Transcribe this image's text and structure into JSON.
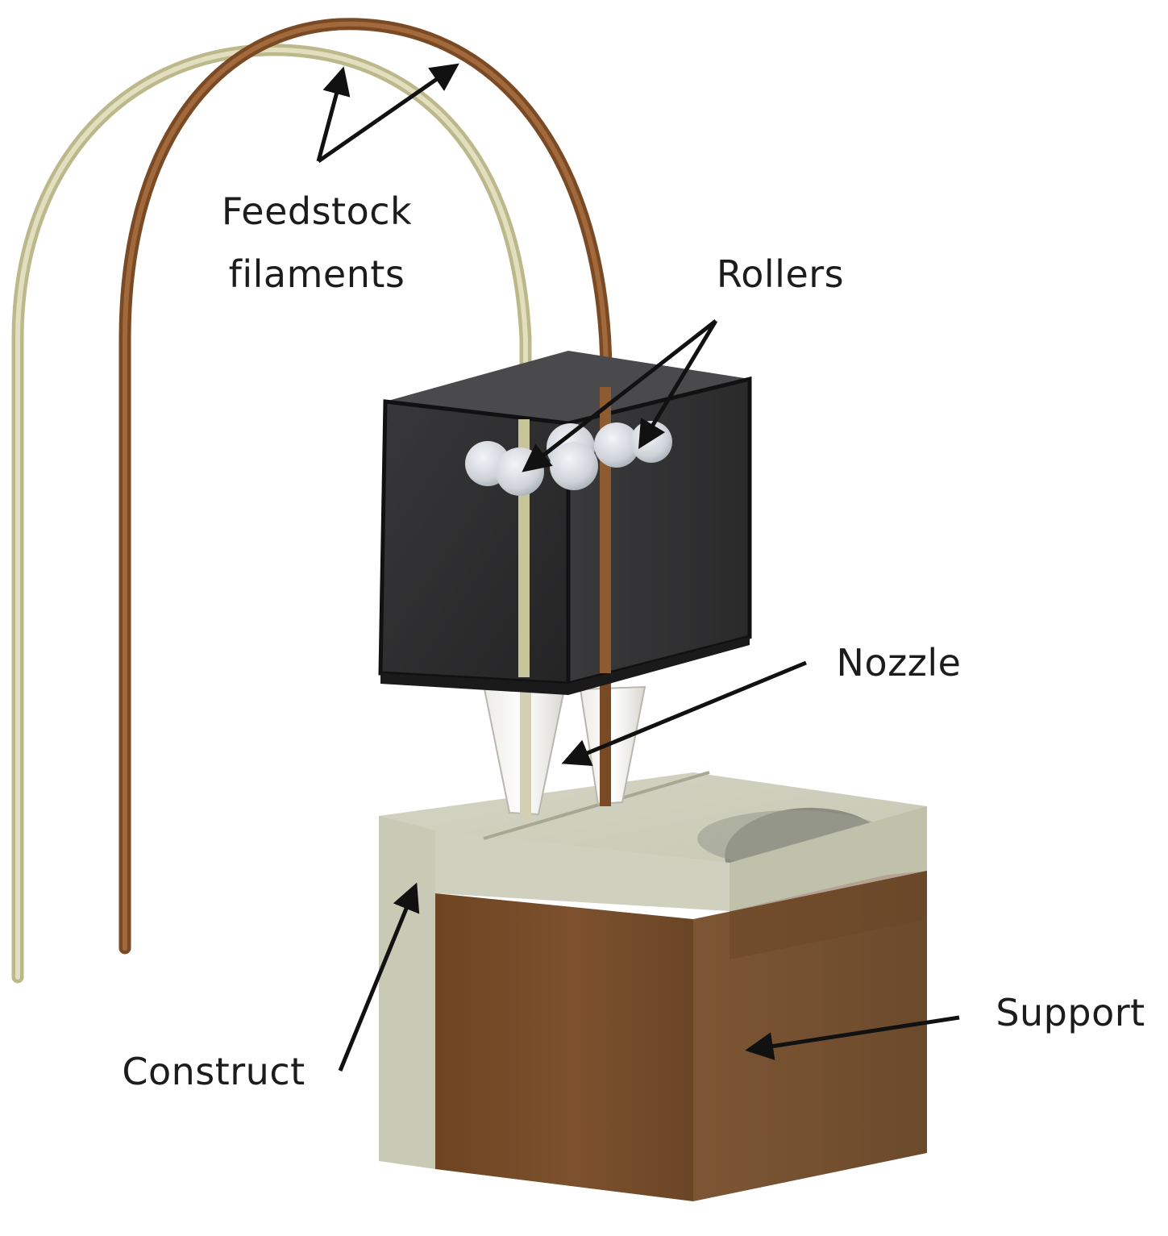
{
  "labels": {
    "feedstock_line1": "Feedstock",
    "feedstock_line2": "filaments",
    "rollers": "Rollers",
    "nozzle": "Nozzle",
    "support": "Support",
    "construct": "Construct"
  },
  "colors": {
    "light_filament": "#d6d2a8",
    "dark_filament": "#8e5a30",
    "extruder_body": "#2b2b2c",
    "roller": "#d8dbe0",
    "construct": "#c9cbb6",
    "support": "#7a4f2b",
    "arrow": "#111111",
    "text": "#1c1c1c"
  }
}
